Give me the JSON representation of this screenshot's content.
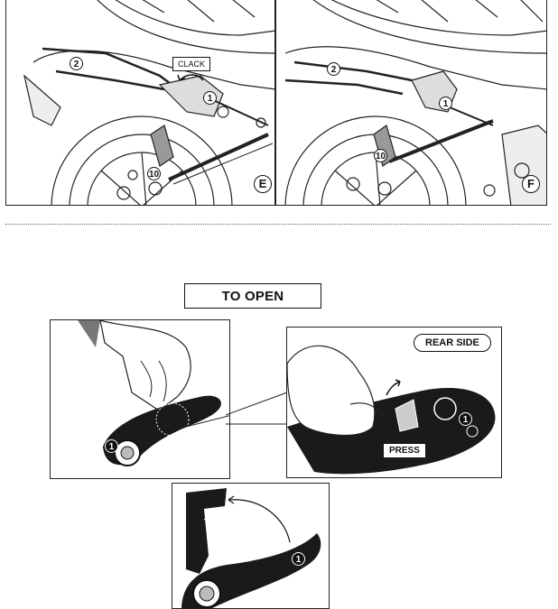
{
  "top_panels": {
    "left": {
      "letter": "E",
      "callout_clack": "CLACK",
      "callouts": [
        "2",
        "1",
        "10"
      ]
    },
    "right": {
      "letter": "F",
      "callouts": [
        "2",
        "1",
        "10"
      ]
    }
  },
  "section": {
    "title": "TO OPEN"
  },
  "step_panels": {
    "hand_left": {
      "callout": "1"
    },
    "hand_right": {
      "side_label": "REAR SIDE",
      "press_label": "PRESS",
      "callout": "1"
    },
    "bottom": {
      "callout": "1"
    }
  }
}
